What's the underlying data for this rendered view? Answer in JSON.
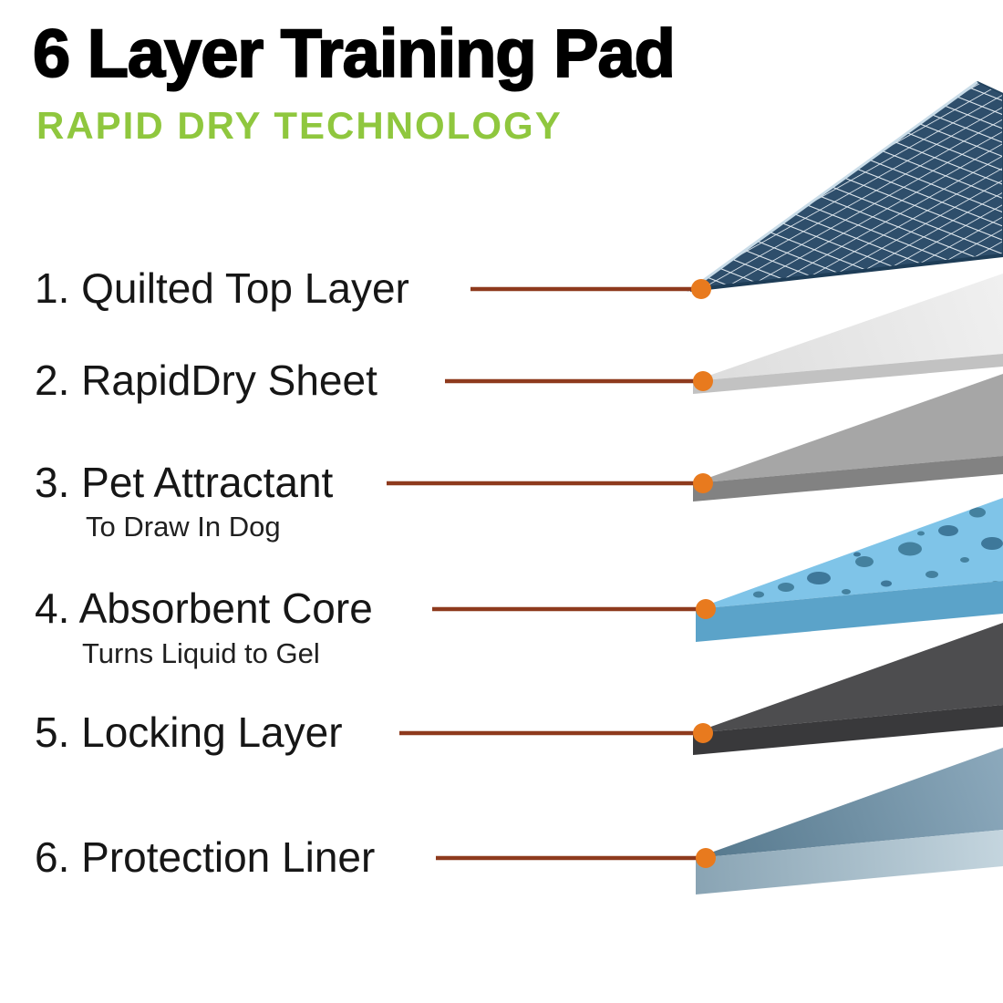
{
  "title": "6 Layer Training Pad",
  "subtitle": "RAPID DRY TECHNOLOGY",
  "colors": {
    "title_text": "#000000",
    "subtitle_text": "#8FC73E",
    "connector_line": "#8E3A1D",
    "marker_dot": "#E87A1E",
    "layer1_mesh_navy": "#2E4E6B",
    "layer1_mesh_lines": "#E3EBF1",
    "layer2_top_gray": "#E8E8E8",
    "layer2_front_gray": "#C2C2C2",
    "layer3_top_gray": "#A6A6A6",
    "layer3_front_gray": "#828282",
    "layer4_top_blue": "#7FC4E8",
    "layer4_spots_blue": "#44819F",
    "layer4_front_blue": "#5BA3C9",
    "layer5_top_charcoal": "#4D4D4F",
    "layer5_front_charcoal": "#39393B",
    "layer6_top_steelblue": "#5E8095",
    "layer6_front_steelblue": "#9FB6C4"
  },
  "layers": [
    {
      "label": "1. Quilted Top Layer",
      "sublabel": "",
      "style": "quilted-navy-mesh"
    },
    {
      "label": "2. RapidDry Sheet",
      "sublabel": "",
      "style": "light-gray-sheet"
    },
    {
      "label": "3. Pet Attractant",
      "sublabel": "To Draw In Dog",
      "style": "gray-sheet"
    },
    {
      "label": "4. Absorbent Core",
      "sublabel": "Turns Liquid to Gel",
      "style": "blue-core-with-gel-spots"
    },
    {
      "label": "5. Locking Layer",
      "sublabel": "",
      "style": "dark-charcoal-sheet"
    },
    {
      "label": "6. Protection Liner",
      "sublabel": "",
      "style": "steel-blue-liner"
    }
  ]
}
